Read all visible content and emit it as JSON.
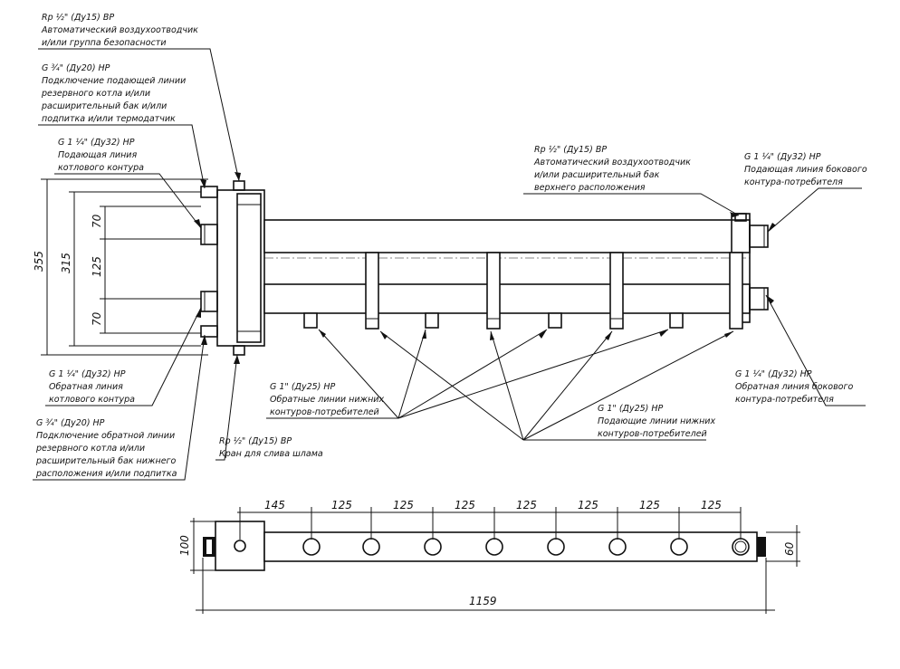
{
  "callouts": {
    "air_vent_left": [
      "Rp ½\" (Ду15) ВР",
      "Автоматический воздухоотводчик",
      "и/или группа безопасности"
    ],
    "supply_boiler_g34": [
      "G ¾\" (Ду20) НР",
      "Подключение подающей линии",
      "резервного котла и/или",
      "расширительный бак и/или",
      "подпитка и/или термодатчик"
    ],
    "supply_boiler_main": [
      "G 1 ¼\" (Ду32) НР",
      "Подающая линия",
      "котлового контура"
    ],
    "return_boiler_main": [
      "G 1 ¼\" (Ду32) НР",
      "Обратная линия",
      "котлового контура"
    ],
    "return_boiler_g34": [
      "G ¾\" (Ду20) НР",
      "Подключение обратной линии",
      "резервного котла и/или",
      "расширительный бак нижнего",
      "расположения и/или подпитка"
    ],
    "drain": [
      "Rp ½\" (Ду15) ВР",
      "Кран для слива шлама"
    ],
    "air_vent_right": [
      "Rp ½\" (Ду15) ВР",
      "Автоматический воздухоотводчик",
      "и/или расширительный бак",
      "верхнего расположения"
    ],
    "supply_side": [
      "G 1 ¼\" (Ду32) НР",
      "Подающая линия бокового",
      "контура-потребителя"
    ],
    "return_side": [
      "G 1 ¼\" (Ду32) НР",
      "Обратная линия бокового",
      "контура-потребителя"
    ],
    "return_lower": [
      "G 1\" (Ду25) НР",
      "Обратные линии нижних",
      "контуров-потребителей"
    ],
    "supply_lower": [
      "G 1\" (Ду25) НР",
      "Подающие линии нижних",
      "контуров-потребителей"
    ]
  },
  "dimensions": {
    "total_height": "355",
    "inner_height": "315",
    "top_spacing": "70",
    "middle_spacing": "125",
    "bottom_spacing": "70",
    "first_offset": "145",
    "pitch": [
      "125",
      "125",
      "125",
      "125",
      "125",
      "125",
      "125"
    ],
    "total_length": "1159",
    "plan_height": "100",
    "plan_depth": "60"
  }
}
